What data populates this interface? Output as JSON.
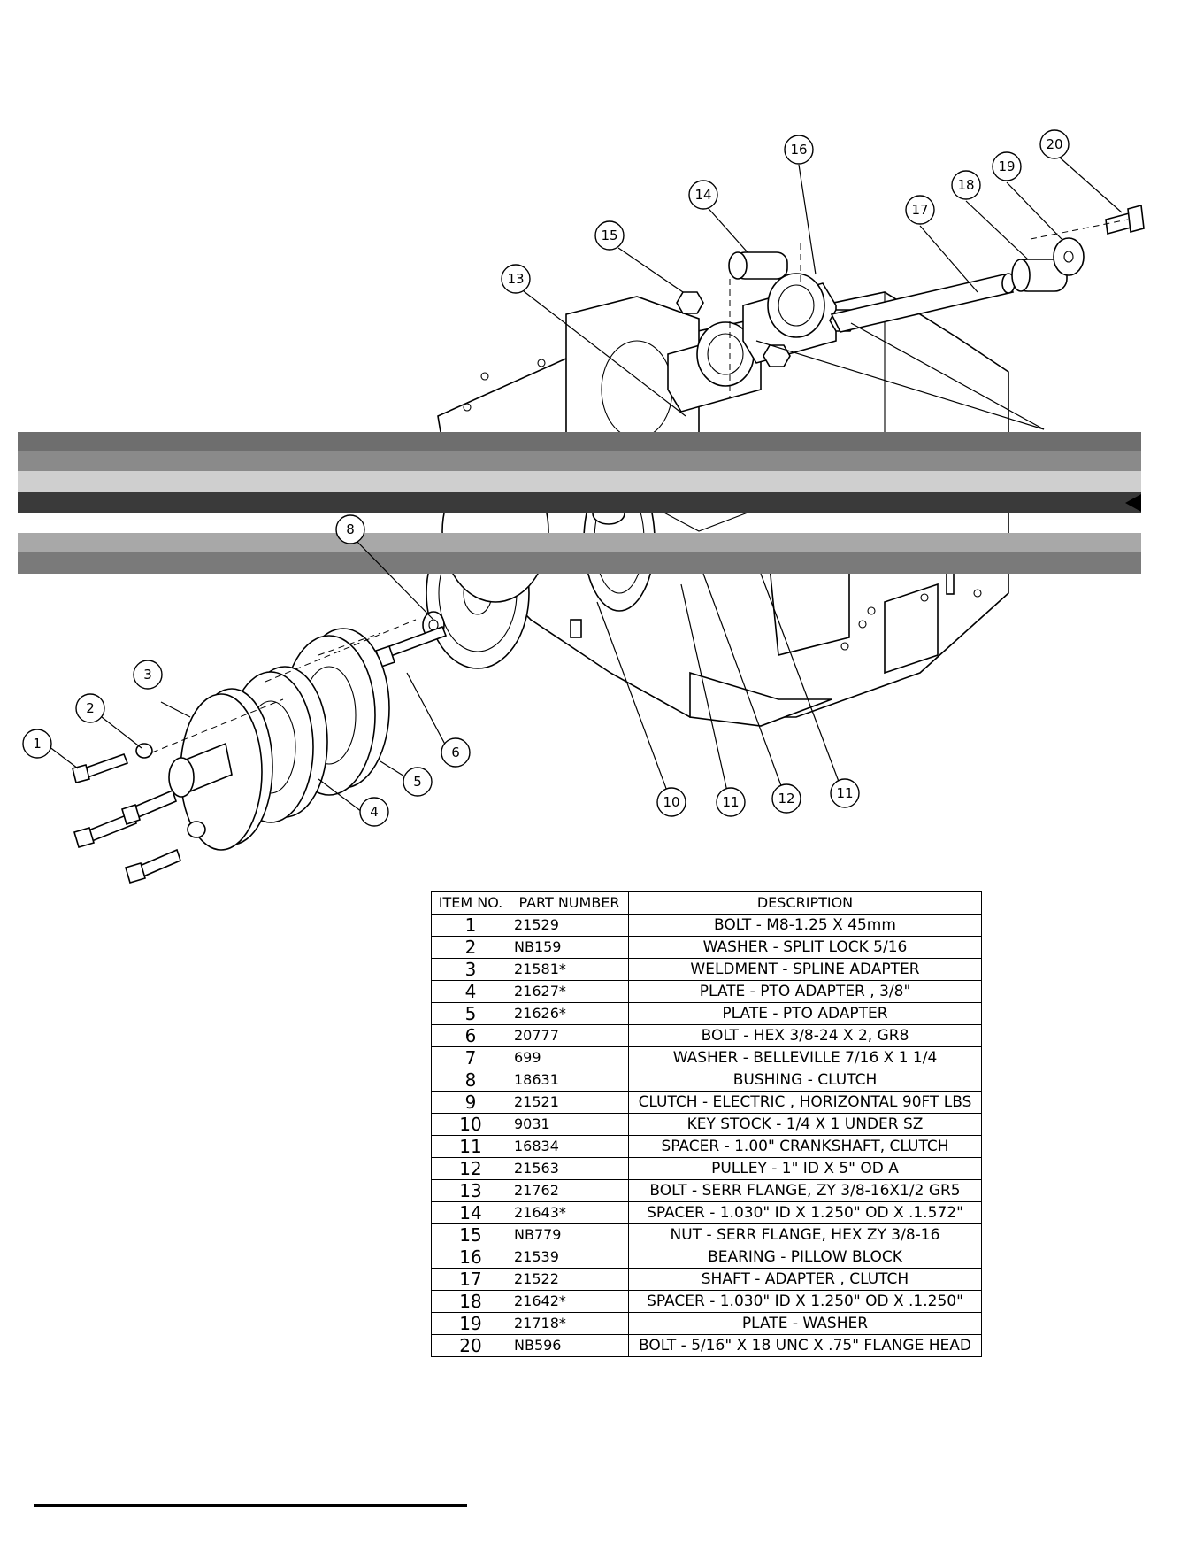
{
  "callouts": [
    "1",
    "2",
    "3",
    "4",
    "5",
    "6",
    "8",
    "10",
    "11",
    "12",
    "11",
    "13",
    "14",
    "15",
    "16",
    "17",
    "18",
    "19",
    "20"
  ],
  "bom": {
    "headers": {
      "item": "ITEM NO.",
      "part": "PART NUMBER",
      "desc": "DESCRIPTION"
    },
    "rows": [
      {
        "item": "1",
        "part": "21529",
        "desc": "BOLT - M8-1.25 X 45mm"
      },
      {
        "item": "2",
        "part": "NB159",
        "desc": "WASHER - SPLIT LOCK 5/16"
      },
      {
        "item": "3",
        "part": "21581*",
        "desc": "WELDMENT - SPLINE ADAPTER"
      },
      {
        "item": "4",
        "part": "21627*",
        "desc": "PLATE - PTO ADAPTER , 3/8\""
      },
      {
        "item": "5",
        "part": "21626*",
        "desc": "PLATE - PTO ADAPTER"
      },
      {
        "item": "6",
        "part": "20777",
        "desc": "BOLT - HEX 3/8-24 X 2, GR8"
      },
      {
        "item": "7",
        "part": "699",
        "desc": "WASHER - BELLEVILLE 7/16 X 1 1/4"
      },
      {
        "item": "8",
        "part": "18631",
        "desc": "BUSHING - CLUTCH"
      },
      {
        "item": "9",
        "part": "21521",
        "desc": "CLUTCH - ELECTRIC , HORIZONTAL 90FT LBS"
      },
      {
        "item": "10",
        "part": "9031",
        "desc": "KEY STOCK - 1/4 X 1 UNDER SZ"
      },
      {
        "item": "11",
        "part": "16834",
        "desc": "SPACER - 1.00\" CRANKSHAFT, CLUTCH"
      },
      {
        "item": "12",
        "part": "21563",
        "desc": "PULLEY - 1\" ID X 5\" OD A"
      },
      {
        "item": "13",
        "part": "21762",
        "desc": "BOLT - SERR FLANGE, ZY 3/8-16X1/2 GR5"
      },
      {
        "item": "14",
        "part": "21643*",
        "desc": "SPACER - 1.030\" ID X 1.250\" OD X .1.572\""
      },
      {
        "item": "15",
        "part": "NB779",
        "desc": "NUT - SERR FLANGE, HEX ZY 3/8-16"
      },
      {
        "item": "16",
        "part": "21539",
        "desc": "BEARING - PILLOW BLOCK"
      },
      {
        "item": "17",
        "part": "21522",
        "desc": "SHAFT - ADAPTER , CLUTCH"
      },
      {
        "item": "18",
        "part": "21642*",
        "desc": "SPACER - 1.030\" ID X 1.250\" OD X .1.250\""
      },
      {
        "item": "19",
        "part": "21718*",
        "desc": "PLATE - WASHER"
      },
      {
        "item": "20",
        "part": "NB596",
        "desc": "BOLT - 5/16\" X 18 UNC X .75\" FLANGE HEAD"
      }
    ]
  },
  "colors": {
    "ink": "#000000",
    "bar_dark": "#3a3a3a",
    "bar_mid": "#6e6e6e",
    "bar_light": "#a8a8a8",
    "bar_pale": "#cfcfcf"
  }
}
